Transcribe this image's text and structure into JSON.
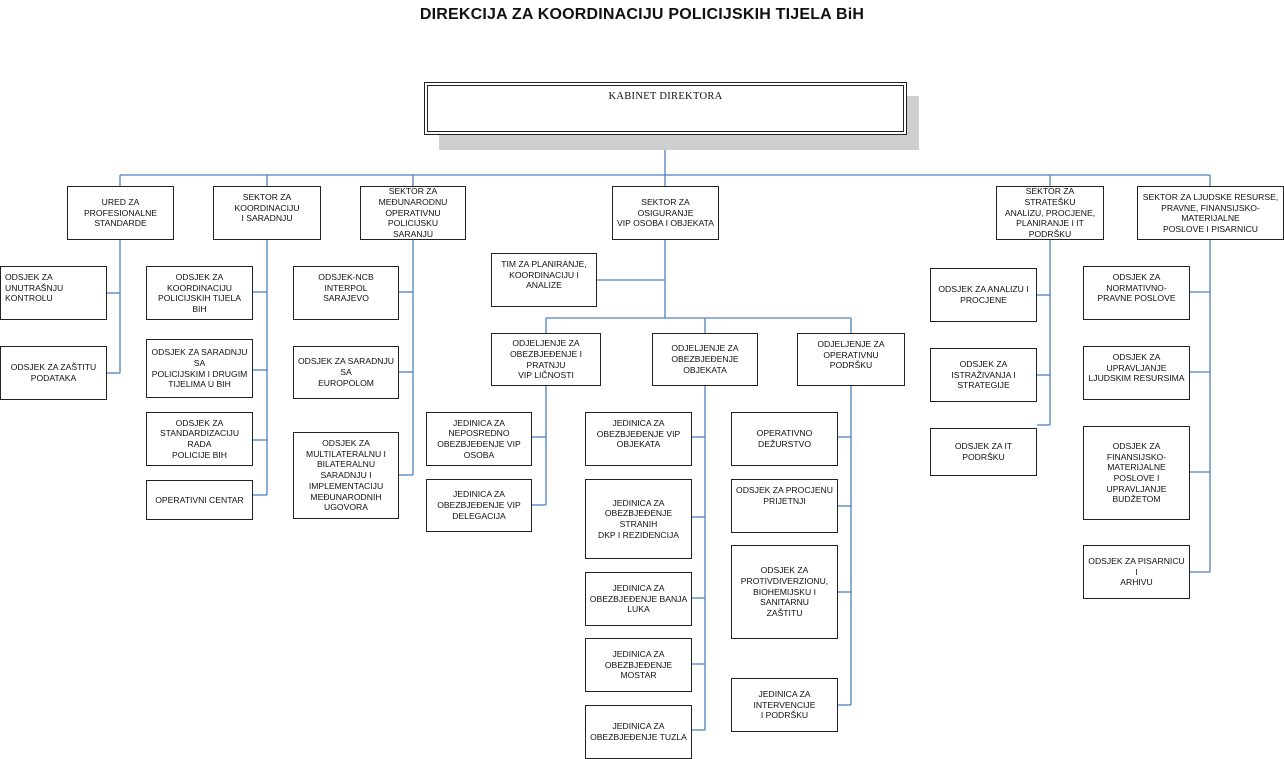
{
  "title": "DIREKCIJA ZA KOORDINACIJU POLICIJSKIH TIJELA BiH",
  "colors": {
    "connector": "#4f81bd",
    "border": "#222222",
    "shadow": "#cfcfcf"
  },
  "director": {
    "label": "KABINET DIREKTORA"
  },
  "units": {
    "ured_ps": "URED ZA PROFESIONALNE\nSTANDARDE",
    "sektor_ks": "SEKTOR ZA KOORDINACIJU\nI SARADNJU",
    "sektor_mopp": "SEKTOR ZA\nMEĐUNARODNU\nOPERATIVNU POLICIJSKU\nSARANJU",
    "sektor_osig": "SEKTOR ZA OSIGURANJE\nVIP OSOBA I OBJEKATA",
    "sektor_strat": "SEKTOR ZA STRATEŠKU\nANALIZU, PROCJENE,\nPLANIRANJE I IT PODRŠKU",
    "sektor_ljr": "SEKTOR ZA LJUDSKE RESURSE,\nPRAVNE, FINANSIJSKO-MATERIJALNE\nPOSLOVE I PISARNICU",
    "odsjek_uk": "ODSJEK ZA UNUTRAŠNJU\nKONTROLU",
    "odsjek_zp": "ODSJEK ZA ZAŠTITU\nPODATAKA",
    "odsjek_kpt": "ODSJEK ZA KOORDINACIJU\nPOLICIJSKIH TIJELA BiH",
    "odsjek_spd": "ODSJEK ZA SARADNJU SA\nPOLICIJSKIM I DRUGIM\nTIJELIMA U BIH",
    "odsjek_std": "ODSJEK ZA\nSTANDARDIZACIJU RADA\nPOLICIJE BiH",
    "operativni_centar": "OPERATIVNI CENTAR",
    "ncb_interpol": "ODSJEK-NCB INTERPOL\nSARAJEVO",
    "europol": "ODSJEK ZA SARADNJU SA\nEUROPOLOM",
    "multilateralnu": "ODSJEK ZA\nMULTILATERALNU I\nBILATERALNU SARADNJU I\nIMPLEMENTACIJU\nMEĐUNARODNIH\nUGOVORA",
    "tim_plan": "TIM ZA PLANIRANJE,\nKOORDINACIJU I ANALIZE",
    "odj_vip": "ODJELJENJE ZA\nOBEZBJEĐENJE I PRATNJU\nVIP LIČNOSTI",
    "odj_obj": "ODJELJENJE ZA\nOBEZBJEĐENJE OBJEKATA",
    "odj_op": "ODJELJENJE ZA\nOPERATIVNU PODRŠKU",
    "jed_neposredno": "JEDINICA ZA NEPOSREDNO\nOBEZBJEĐENJE VIP OSOBA",
    "jed_delegacija": "JEDINICA ZA\nOBEZBJEĐENJE VIP\nDELEGACIJA",
    "jed_vip_obj": "JEDINICA ZA\nOBEZBJEĐENJE VIP\nOBJEKATA",
    "jed_dkp": "JEDINICA ZA\nOBEZBJEĐENJE STRANIH\nDKP I REZIDENCIJA",
    "jed_bl": "JEDINICA ZA\nOBEZBJEĐENJE BANJA\nLUKA",
    "jed_mostar": "JEDINICA ZA\nOBEZBJEĐENJE MOSTAR",
    "jed_tuzla": "JEDINICA ZA\nOBEZBJEĐENJE TUZLA",
    "op_dezurstvo": "OPERATIVNO DEŽURSTVO",
    "procjena_prijetnji": "ODSJEK ZA PROCJENU\nPRIJETNJI",
    "protivdiverzionu": "ODSJEK ZA\nPROTIVDIVERZIONU,\nBIOHEMIJSKU I SANITARNU\nZAŠTITU",
    "jed_intervencije": "JEDINICA ZA INTERVENCIJE\nI PODRŠKU",
    "analize_procjene": "ODSJEK ZA ANALIZU I\nPROCJENE",
    "istrazivanja": "ODSJEK ZA ISTRAŽIVANJA I\nSTRATEGIJE",
    "it_podrska": "ODSJEK ZA IT PODRŠKU",
    "normativno": "ODSJEK ZA NORMATIVNO-\nPRAVNE POSLOVE",
    "upravljanje_lr": "ODSJEK ZA UPRAVLJANJE\nLJUDSKIM RESURSIMA",
    "finansijsko": "ODSJEK ZA FINANSIJSKO-\nMATERIJALNE POSLOVE I\nUPRAVLJANJE BUDŽETOM",
    "pisarnica": "ODSJEK ZA PISARNICU I\nARHIVU"
  }
}
